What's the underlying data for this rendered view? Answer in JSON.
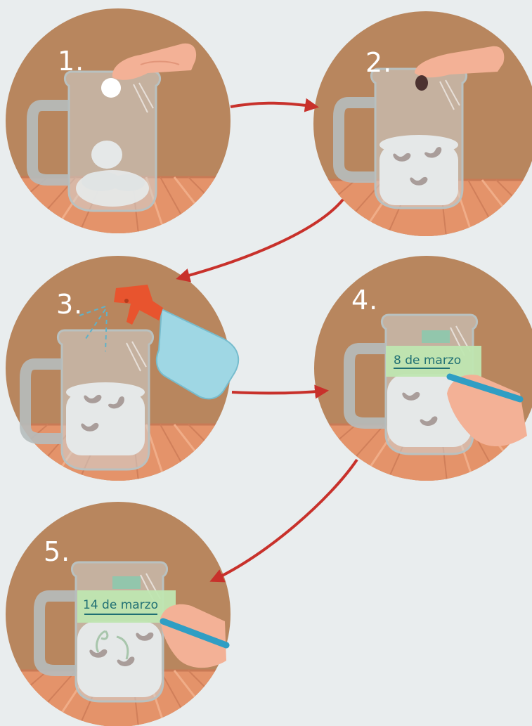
{
  "steps": [
    {
      "number": "1.",
      "label": ""
    },
    {
      "number": "2.",
      "label": ""
    },
    {
      "number": "3.",
      "label": ""
    },
    {
      "number": "4.",
      "label": "8 de marzo"
    },
    {
      "number": "5.",
      "label": "14 de marzo"
    }
  ],
  "colors": {
    "background": "#e9edee",
    "wall": "#b8865e",
    "wood": "#e4936a",
    "arrow": "#c8312b",
    "label_paper": "#bfe6b1",
    "marker": "#2f9ec4",
    "sprout": "#79b37a"
  },
  "icons": [
    "hand-icon",
    "cotton-ball-icon",
    "bean-icon",
    "spray-bottle-icon",
    "marker-icon",
    "jar-icon",
    "tape-icon",
    "sprout-icon"
  ]
}
